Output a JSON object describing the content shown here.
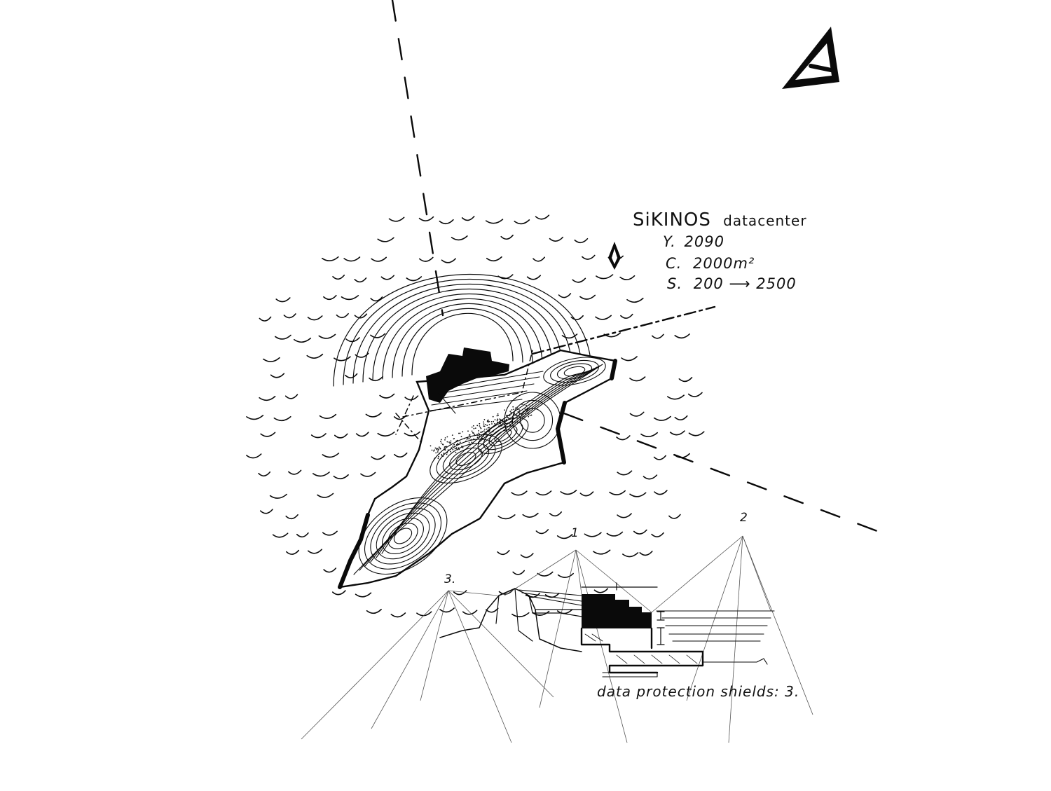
{
  "title": {
    "main": "SiKINOS",
    "suffix": "datacenter"
  },
  "stats": [
    {
      "label": "Y.",
      "value": "2090"
    },
    {
      "label": "C.",
      "value": "2000m²"
    },
    {
      "label": "S.",
      "value": "200 ⟶ 2500"
    }
  ],
  "viewpoints": [
    "1",
    "2",
    "3."
  ],
  "caption": "data protection shields: 3.",
  "icons": {
    "logo": "triangle-logo-icon",
    "north": "north-arrow-icon"
  },
  "ink_color": "#0a0a0a"
}
